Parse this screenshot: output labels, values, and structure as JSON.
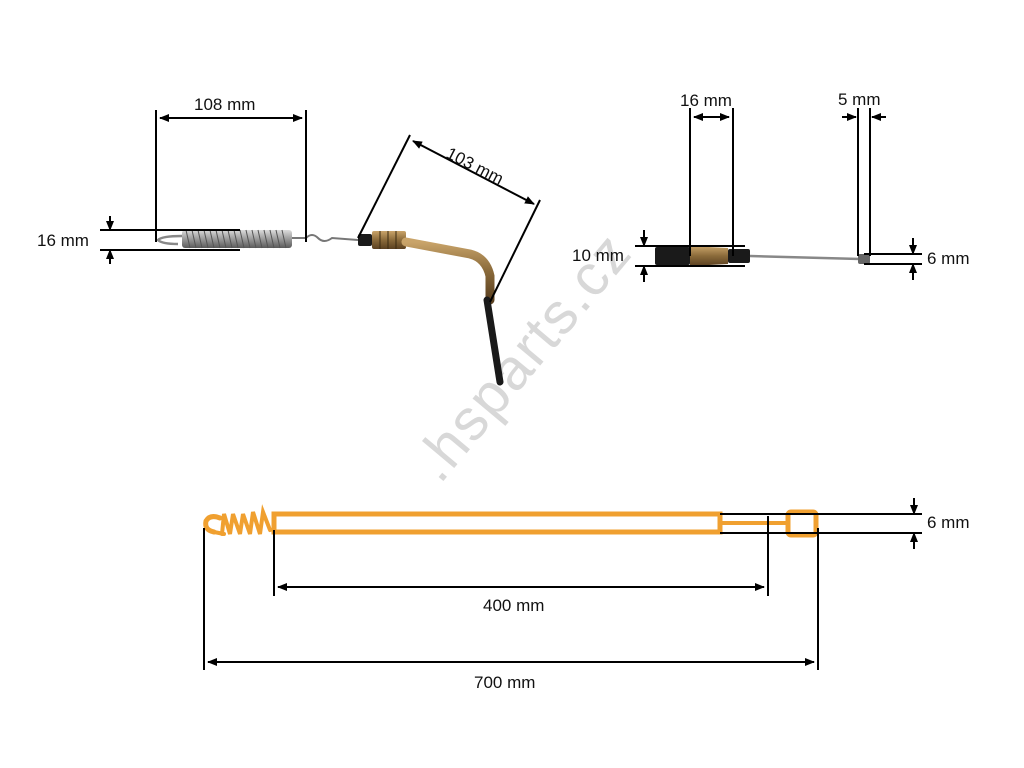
{
  "watermark": ".hsparts.cz",
  "dimensions": {
    "spring_length": "108 mm",
    "spring_height": "16 mm",
    "cable_bend": "103 mm",
    "sleeve_length": "16 mm",
    "sleeve_diameter": "10 mm",
    "end_length": "5 mm",
    "end_diameter": "6 mm",
    "sheath_diameter": "6 mm",
    "sheath_length": "400 mm",
    "total_length": "700 mm"
  },
  "colors": {
    "dimension_line": "#000000",
    "sheath": "#f0a030",
    "spring": "#9a9a9a",
    "brass": "#8a6a3a",
    "black_sleeve": "#1a1a1a",
    "watermark": "#d8d8d8"
  }
}
